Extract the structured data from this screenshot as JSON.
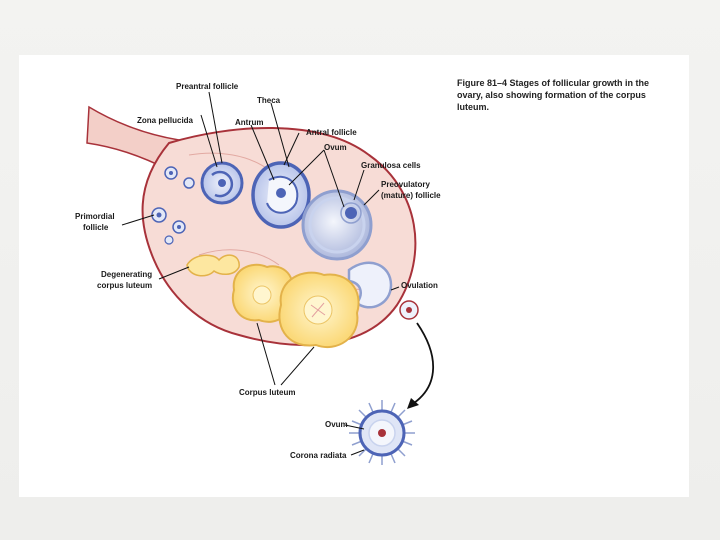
{
  "caption": {
    "figure_number": "Figure 81–4",
    "text": "Stages of follicular growth in the ovary, also showing formation of the corpus luteum."
  },
  "labels": {
    "preantral_follicle": "Preantral follicle",
    "theca": "Theca",
    "zona_pellucida": "Zona pellucida",
    "antrum": "Antrum",
    "antral_follicle": "Antral follicle",
    "ovum_top": "Ovum",
    "granulosa_cells": "Granulosa cells",
    "preovulatory_1": "Preovulatory",
    "preovulatory_2": "(mature) follicle",
    "primordial_1": "Primordial",
    "primordial_2": "follicle",
    "degenerating_1": "Degenerating",
    "degenerating_2": "corpus luteum",
    "ovulation": "Ovulation",
    "corpus_luteum": "Corpus luteum",
    "ovum_bottom": "Ovum",
    "corona_radiata": "Corona radiata"
  },
  "colors": {
    "ovary_fill": "#f7dcd6",
    "ovary_stroke": "#a8323a",
    "follicle_blue": "#4d64b6",
    "follicle_light": "#c9d3ee",
    "luteum_yellow": "#fde7a0",
    "luteum_stroke": "#e3b24a"
  }
}
